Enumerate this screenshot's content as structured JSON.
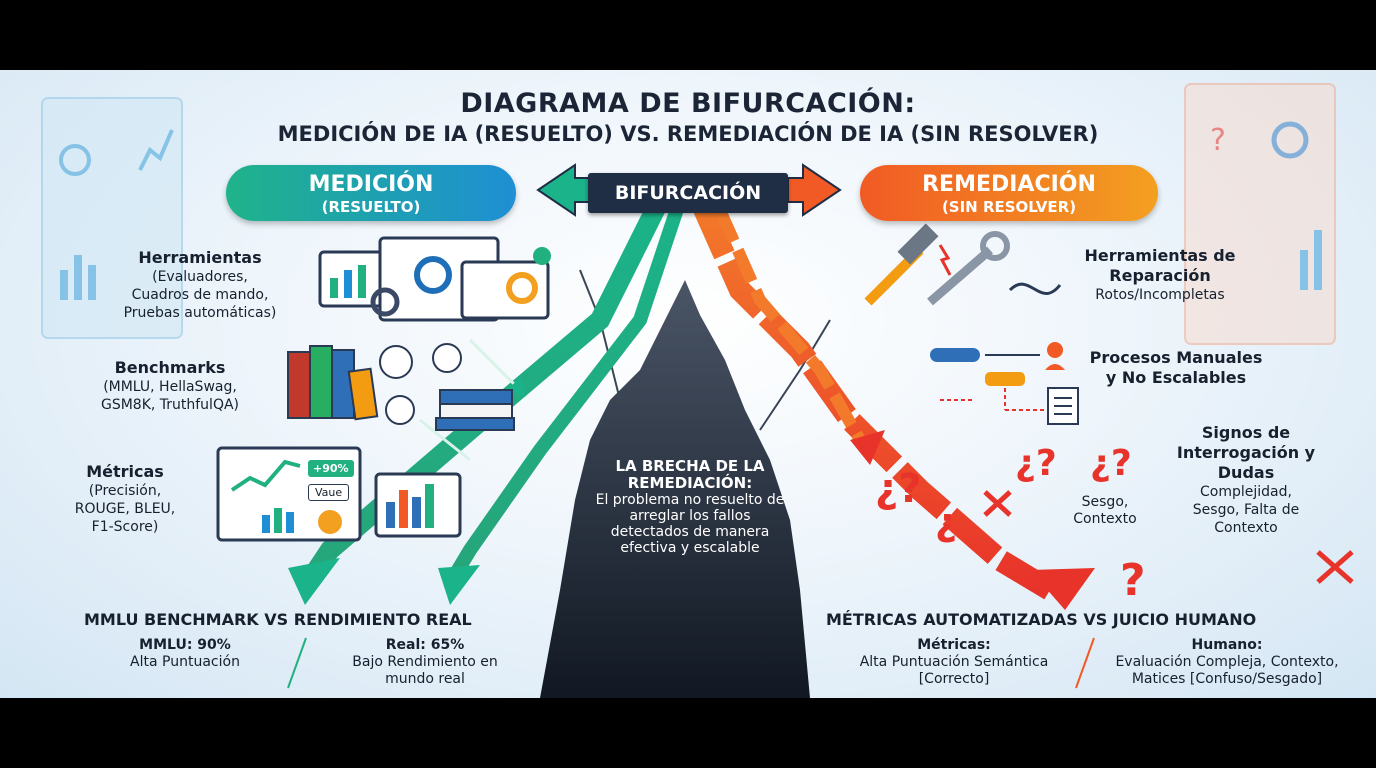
{
  "title": "DIAGRAMA DE BIFURCACIÓN:",
  "subtitle": "MEDICIÓN DE IA (RESUELTO) VS. REMEDIACIÓN DE IA (SIN RESOLVER)",
  "center_label": "BIFURCACIÓN",
  "left_pill": {
    "title": "MEDICIÓN",
    "subtitle": "(RESUELTO)",
    "color_from": "#1fb38a",
    "color_to": "#1e8fd4"
  },
  "right_pill": {
    "title": "REMEDIACIÓN",
    "subtitle": "(SIN RESOLVER)",
    "color_from": "#f15a24",
    "color_to": "#f3a021"
  },
  "left_items": [
    {
      "heading": "Herramientas",
      "lines": [
        "(Evaluadores,",
        "Cuadros de mando,",
        "Pruebas automáticas)"
      ],
      "icon": "dashboard-monitors-icon"
    },
    {
      "heading": "Benchmarks",
      "lines": [
        "(MMLU, HellaSwag,",
        "GSM8K, TruthfulQA)"
      ],
      "icon": "books-icon"
    },
    {
      "heading": "Métricas",
      "lines": [
        "(Precisión,",
        "ROUGE, BLEU,",
        "F1-Score)"
      ],
      "icon": "chart-icon"
    }
  ],
  "right_items": [
    {
      "heading": "Herramientas de Reparación",
      "lines": [
        "Rotos/Incompletas"
      ],
      "icon": "broken-tools-icon"
    },
    {
      "heading": "Procesos Manuales y No Escalables",
      "lines": [],
      "icon": "process-flow-icon"
    },
    {
      "heading": "Signos de Interrogación y Dudas",
      "lines": [
        "Complejidad,",
        "Sesgo, Falta de",
        "Contexto"
      ],
      "icon": "question-marks-icon"
    }
  ],
  "chart_badges": {
    "percent": "+90%",
    "value": "Vaue"
  },
  "side_note": "Sesgo,\nContexto",
  "gap": {
    "heading": "LA BRECHA DE LA REMEDIACIÓN:",
    "body": "El problema no resuelto de arreglar los fallos detectados de manera efectiva y escalable"
  },
  "bottom_left": {
    "title": "MMLU BENCHMARK VS RENDIMIENTO REAL",
    "left_head": "MMLU: 90%",
    "left_sub": "Alta Puntuación",
    "right_head": "Real: 65%",
    "right_sub": "Bajo Rendimiento en mundo real"
  },
  "bottom_right": {
    "title": "MÉTRICAS AUTOMATIZADAS VS JUICIO HUMANO",
    "left_head": "Métricas:",
    "left_sub": "Alta Puntuación Semántica [Correcto]",
    "right_head": "Humano:",
    "right_sub": "Evaluación Compleja, Contexto, Matices [Confuso/Sesgado]"
  },
  "colors": {
    "green": "#21b07f",
    "orange": "#f15a24",
    "red": "#e8332a",
    "navy": "#1f2d45"
  }
}
